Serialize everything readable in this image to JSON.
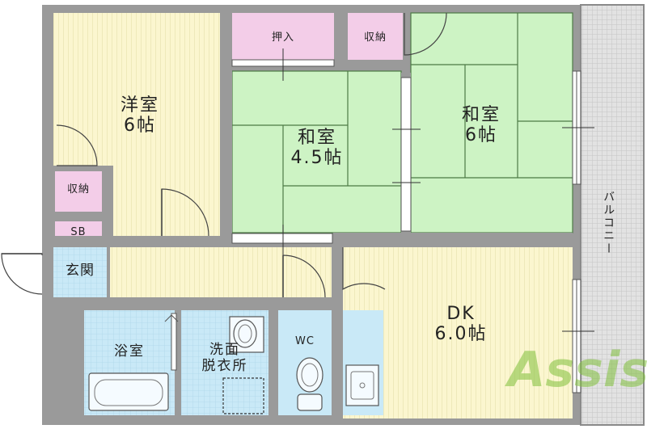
{
  "rooms": {
    "western": {
      "name": "洋室",
      "size": "6帖"
    },
    "japanese_small": {
      "name": "和室",
      "size": "4.5帖"
    },
    "japanese_large": {
      "name": "和室",
      "size": "6帖"
    },
    "dk": {
      "name": "DK",
      "size": "6.0帖"
    },
    "oshiire": "押入",
    "closet_top": "収納",
    "closet_left": "収納",
    "shoe_box": "SB",
    "entrance": "玄関",
    "bath": "浴室",
    "washroom": {
      "line1": "洗面",
      "line2": "脱衣所"
    },
    "toilet": "WC",
    "balcony": "バルコニー"
  },
  "watermark": "Assist",
  "colors": {
    "wall": "#9a9a9a",
    "western_floor": "#fbf6cf",
    "tatami": "#cdf3c4",
    "storage": "#f3cde8",
    "wet_area": "#c9e9f7",
    "balcony": "#dcdcdc",
    "watermark": "#7fbf3a"
  }
}
